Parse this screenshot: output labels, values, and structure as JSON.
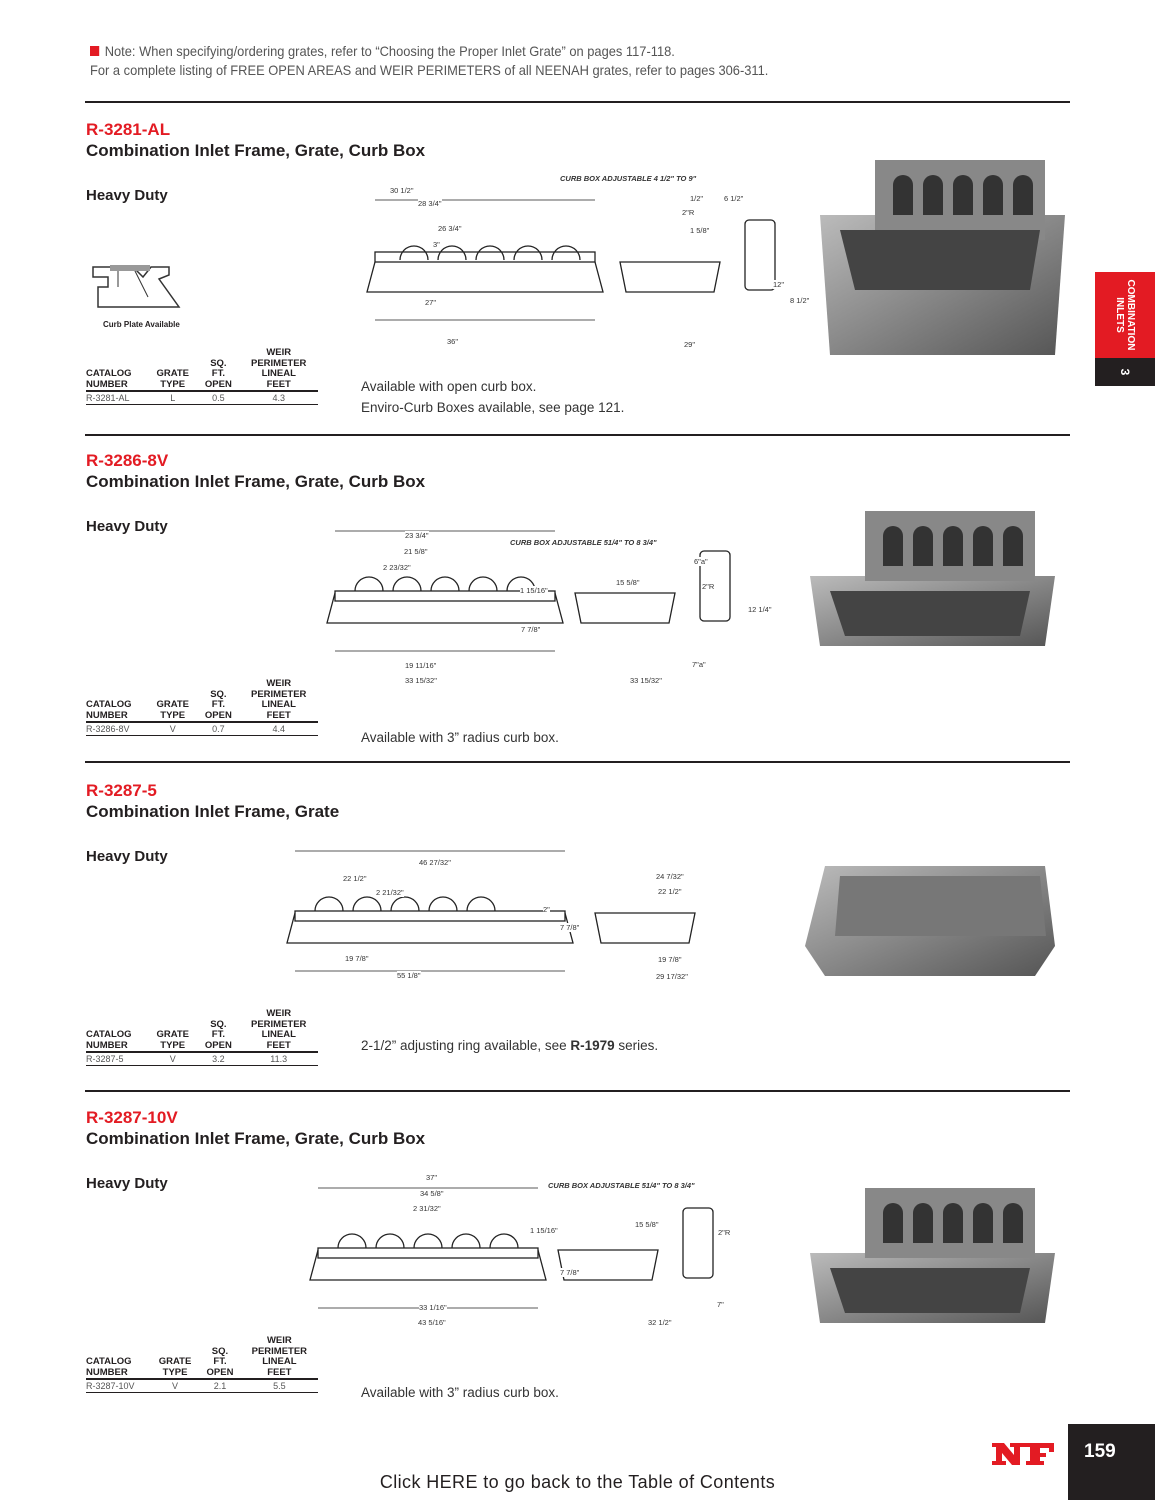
{
  "note": {
    "line1": "Note: When specifying/ordering grates, refer to “Choosing the Proper Inlet Grate” on pages 117-118.",
    "line2": "For a complete listing of FREE OPEN AREAS and WEIR PERIMETERS of all NEENAH grates, refer to pages 306-311."
  },
  "table_headers": {
    "catalog": [
      "CATALOG",
      "NUMBER"
    ],
    "grate": [
      "GRATE",
      "TYPE"
    ],
    "sq": [
      "SQ.",
      "FT.",
      "OPEN"
    ],
    "weir": [
      "WEIR",
      "PERIMETER",
      "LINEAL",
      "FEET"
    ]
  },
  "sections": [
    {
      "code": "R-3281-AL",
      "title": "Combination Inlet Frame, Grate, Curb Box",
      "duty": "Heavy Duty",
      "curb_plate": "Curb Plate Available",
      "row": [
        "R-3281-AL",
        "L",
        "0.5",
        "4.3"
      ],
      "notes": [
        "Available with open curb box.",
        "Enviro-Curb Boxes available, see page 121."
      ],
      "dims": [
        "30 1/2\"",
        "28 3/4\"",
        "26 3/4\"",
        "3\"",
        "27\"",
        "36\"",
        "CURB BOX ADJUSTABLE 4 1/2\" TO 9\"",
        "1/2\"",
        "6 1/2\"",
        "2\"R",
        "1 5/8\"",
        "12\"",
        "8 1/2\"",
        "29\""
      ]
    },
    {
      "code": "R-3286-8V",
      "title": "Combination Inlet Frame, Grate, Curb Box",
      "duty": "Heavy Duty",
      "row": [
        "R-3286-8V",
        "V",
        "0.7",
        "4.4"
      ],
      "notes": [
        "Available with 3” radius curb box."
      ],
      "dims": [
        "23 3/4\"",
        "21 5/8\"",
        "2 23/32\"",
        "CURB BOX ADJUSTABLE 51/4\" TO 8 3/4\"",
        "6\"a\"",
        "15 5/8\"",
        "2\"R",
        "1 15/16\"",
        "12 1/4\"",
        "7 7/8\"",
        "19 11/16\"",
        "7\"a\"",
        "33 15/32\"",
        "33 15/32\""
      ]
    },
    {
      "code": "R-3287-5",
      "title": "Combination Inlet Frame, Grate",
      "duty": "Heavy Duty",
      "row": [
        "R-3287-5",
        "V",
        "3.2",
        "11.3"
      ],
      "notes_rich": {
        "pre": "2-1/2” adjusting ring available, see ",
        "bold": "R-1979",
        "post": " series."
      },
      "dims": [
        "46 27/32\"",
        "22 1/2\"",
        "2 21/32\"",
        "2\"",
        "7 7/8\"",
        "19 7/8\"",
        "55 1/8\"",
        "24 7/32\"",
        "22 1/2\"",
        "19 7/8\"",
        "29 17/32\""
      ]
    },
    {
      "code": "R-3287-10V",
      "title": "Combination Inlet Frame, Grate, Curb Box",
      "duty": "Heavy Duty",
      "row": [
        "R-3287-10V",
        "V",
        "2.1",
        "5.5"
      ],
      "notes": [
        "Available with 3” radius curb box."
      ],
      "dims": [
        "37\"",
        "34 5/8\"",
        "2 31/32\"",
        "CURB BOX ADJUSTABLE 51/4\" TO 8 3/4\"",
        "1 15/16\"",
        "15 5/8\"",
        "2\"R",
        "7 7/8\"",
        "7\"",
        "33 1/16\"",
        "43 5/16\"",
        "32 1/2\""
      ]
    }
  ],
  "side_tab": {
    "label1": "COMBINATION",
    "label2": "INLETS",
    "number": "3"
  },
  "logo": "NF",
  "page_number": "159",
  "toc_link": "Click HERE to go back to the Table of Contents",
  "colors": {
    "accent": "#e31b23",
    "dark": "#231f20"
  }
}
